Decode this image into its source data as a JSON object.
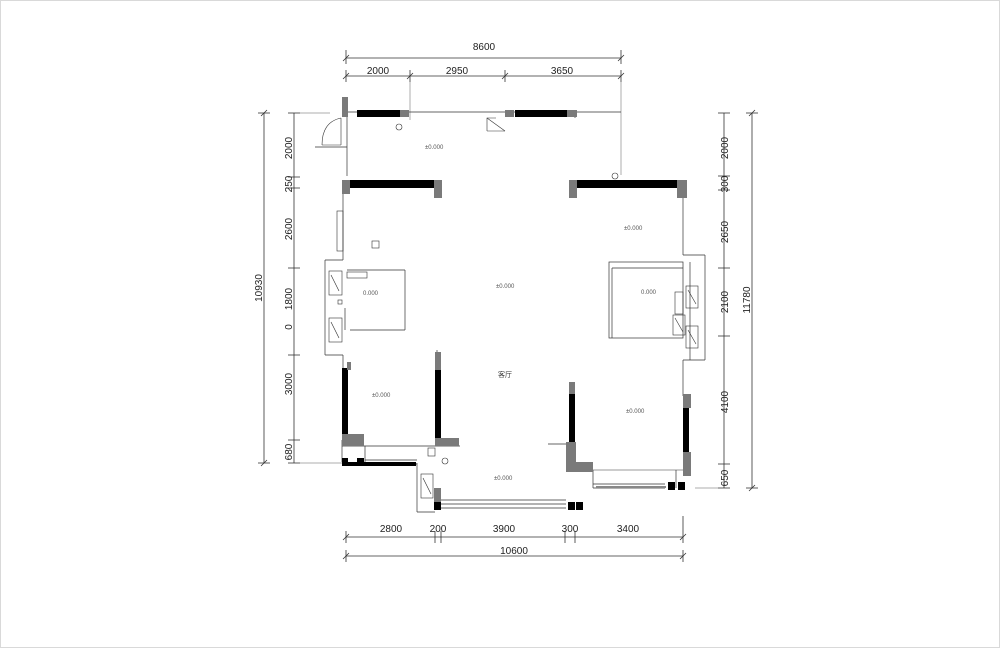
{
  "plan": {
    "dimensions_top": {
      "overall": "8600",
      "segments": [
        "2000",
        "2950",
        "3650"
      ]
    },
    "dimensions_bottom": {
      "overall": "10600",
      "segments": [
        "2800",
        "200",
        "3900",
        "300",
        "3400"
      ]
    },
    "dimensions_left": {
      "overall": "10930",
      "segments": [
        "2000",
        "250",
        "2600",
        "1800",
        "0",
        "3000",
        "680"
      ]
    },
    "dimensions_right": {
      "overall": "11780",
      "segments": [
        "2000",
        "300",
        "2650",
        "2100",
        "4100",
        "650"
      ]
    },
    "levels": {
      "top_balcony": "±0.000",
      "right_bedroom": "±0.000",
      "center": "±0.000",
      "left_bath": "0.000",
      "right_bath": "0.000",
      "left_bedroom": "±0.000",
      "right_lower_bedroom": "±0.000",
      "bottom_balcony": "±0.000"
    },
    "rooms": {
      "living_room": "客厅"
    },
    "colors": {
      "wall": "#000000",
      "column": "#7a7a7a",
      "line": "#333333"
    }
  }
}
